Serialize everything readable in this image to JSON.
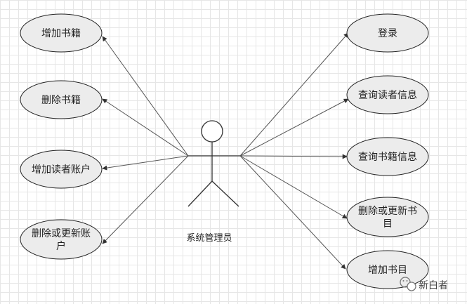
{
  "colors": {
    "ellipse_fill": "#ececec",
    "ellipse_stroke": "#222222",
    "line": "#555555",
    "text": "#222222"
  },
  "actor": {
    "label": "系统管理员"
  },
  "left_use_cases": [
    {
      "lines": [
        "增加书籍"
      ]
    },
    {
      "lines": [
        "删除书籍"
      ]
    },
    {
      "lines": [
        "增加读者账户"
      ]
    },
    {
      "lines": [
        "删除或更新账",
        "户"
      ]
    }
  ],
  "right_use_cases": [
    {
      "lines": [
        "登录"
      ]
    },
    {
      "lines": [
        "查询读者信息"
      ]
    },
    {
      "lines": [
        "查询书籍信息"
      ]
    },
    {
      "lines": [
        "删除或更新书",
        "目"
      ]
    },
    {
      "lines": [
        "增加书目"
      ]
    }
  ],
  "watermark": {
    "text": "新白者",
    "icon": "wechat-icon"
  }
}
